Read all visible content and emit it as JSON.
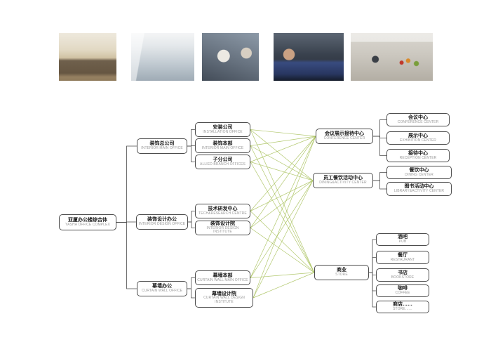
{
  "colors": {
    "background": "#ffffff",
    "box_border": "#4d4d4d",
    "zh_text": "#1a1a1a",
    "en_text": "#9b9b9b",
    "tree_line": "#4a4a4a",
    "link_line": "#aac25e"
  },
  "photos": [
    {
      "name": "meeting-room",
      "alt": "Meeting room with people seated around a long conference table"
    },
    {
      "name": "glass-office",
      "alt": "Open-plan office with glass partitions"
    },
    {
      "name": "lounge-conversation",
      "alt": "Two people sitting and talking in a lounge"
    },
    {
      "name": "game-room",
      "alt": "Staff playing a table game in a recreation room"
    },
    {
      "name": "cafeteria",
      "alt": "Cafeteria counter with food and people"
    }
  ],
  "nodes": {
    "root": {
      "zh": "亚厦办公楼综合体",
      "en": "YASHA OFFICE COMPLEX"
    },
    "b0": {
      "zh": "装饰总公司",
      "en": "INTERIOR MAIN OFFICE"
    },
    "b1": {
      "zh": "装饰设计办公",
      "en": "INTERIOR DESIGN OFFICE"
    },
    "b2": {
      "zh": "幕墙办公",
      "en": "CURTAIN WALL OFFICE"
    },
    "c00": {
      "zh": "安装公司",
      "en": "INSTALLATION OFFICE"
    },
    "c01": {
      "zh": "装饰本部",
      "en": "INTERIOR MAIN OFFICE"
    },
    "c02": {
      "zh": "子分公司",
      "en": "ALLIED BRANCH OFFICES"
    },
    "c10": {
      "zh": "技术研发中心",
      "en": "TECH&RESEARCH CENTRE"
    },
    "c11": {
      "zh": "装饰设计院",
      "en": "INTERIOR DESIGN INSTITUTE"
    },
    "c20": {
      "zh": "幕墙本部",
      "en": "CURTAIN WALL MAIN OFFICE"
    },
    "c21": {
      "zh": "幕墙设计院",
      "en": "CURTAIN WALL DESIGN INSTITUTE"
    },
    "h0": {
      "zh": "会议展示接待中心",
      "en": "CONFERENCE CENTER"
    },
    "h1": {
      "zh": "员工餐饮活动中心",
      "en": "DINING&ACTIVITY CENTER"
    },
    "h2": {
      "zh": "商业",
      "en": "STORE"
    },
    "r00": {
      "zh": "会议中心",
      "en": "CONFERENCE CENTER"
    },
    "r01": {
      "zh": "展示中心",
      "en": "EXHIBITION CENTER"
    },
    "r02": {
      "zh": "接待中心",
      "en": "RECEPTION CENTER"
    },
    "r10": {
      "zh": "餐饮中心",
      "en": "DINING CENTER"
    },
    "r11": {
      "zh": "图书活动中心",
      "en": "LIBRARY&ACTIVITY CENTER"
    },
    "r20": {
      "zh": "酒吧",
      "en": "PUB"
    },
    "r21": {
      "zh": "餐厅",
      "en": "RESTAURANT"
    },
    "r22": {
      "zh": "书店",
      "en": "BOOKSTORE"
    },
    "r23": {
      "zh": "咖啡",
      "en": "COFFEE"
    },
    "r24": {
      "zh": "商店……",
      "en": "STORE……"
    }
  },
  "connections": {
    "tree": [
      [
        "root",
        "b0"
      ],
      [
        "root",
        "b1"
      ],
      [
        "root",
        "b2"
      ],
      [
        "b0",
        "c00"
      ],
      [
        "b0",
        "c01"
      ],
      [
        "b0",
        "c02"
      ],
      [
        "b1",
        "c10"
      ],
      [
        "b1",
        "c11"
      ],
      [
        "b2",
        "c20"
      ],
      [
        "b2",
        "c21"
      ],
      [
        "h0",
        "r00"
      ],
      [
        "h0",
        "r01"
      ],
      [
        "h0",
        "r02"
      ],
      [
        "h1",
        "r10"
      ],
      [
        "h1",
        "r11"
      ],
      [
        "h2",
        "r20"
      ],
      [
        "h2",
        "r21"
      ],
      [
        "h2",
        "r22"
      ],
      [
        "h2",
        "r23"
      ],
      [
        "h2",
        "r24"
      ]
    ],
    "cross_links": [
      [
        "c00",
        "h0"
      ],
      [
        "c00",
        "h1"
      ],
      [
        "c00",
        "h2"
      ],
      [
        "c01",
        "h0"
      ],
      [
        "c01",
        "h1"
      ],
      [
        "c01",
        "h2"
      ],
      [
        "c02",
        "h0"
      ],
      [
        "c02",
        "h1"
      ],
      [
        "c02",
        "h2"
      ],
      [
        "c10",
        "h0"
      ],
      [
        "c10",
        "h1"
      ],
      [
        "c10",
        "h2"
      ],
      [
        "c11",
        "h0"
      ],
      [
        "c11",
        "h1"
      ],
      [
        "c11",
        "h2"
      ],
      [
        "c20",
        "h0"
      ],
      [
        "c20",
        "h1"
      ],
      [
        "c20",
        "h2"
      ],
      [
        "c21",
        "h0"
      ],
      [
        "c21",
        "h1"
      ],
      [
        "c21",
        "h2"
      ]
    ]
  }
}
